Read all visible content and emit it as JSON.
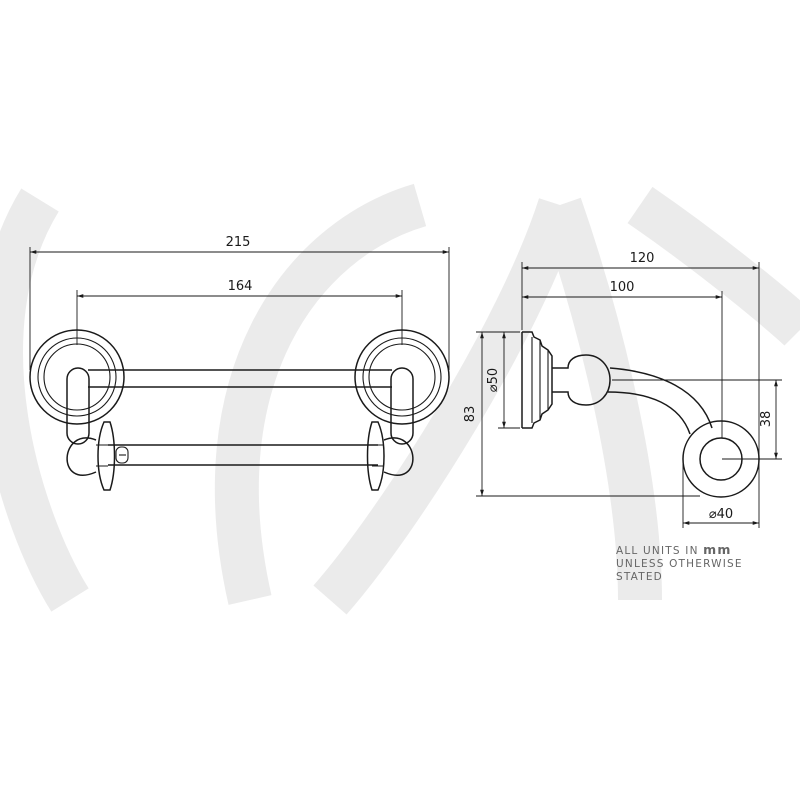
{
  "dimensions": {
    "overall_length": "215",
    "bar_centers": "164",
    "projection_total": "120",
    "projection_bar": "100",
    "rose_height": "83",
    "rose_diameter": "50",
    "drop_height": "38",
    "end_diameter": "40",
    "diameter_symbol": "⌀"
  },
  "note": {
    "line1_prefix": "ALL UNITS IN ",
    "line1_unit": "mm",
    "line2": "UNLESS OTHERWISE",
    "line3": "STATED"
  },
  "colors": {
    "line": "#1a1a1a",
    "watermark": "#ebebeb",
    "note_text": "#666666"
  }
}
